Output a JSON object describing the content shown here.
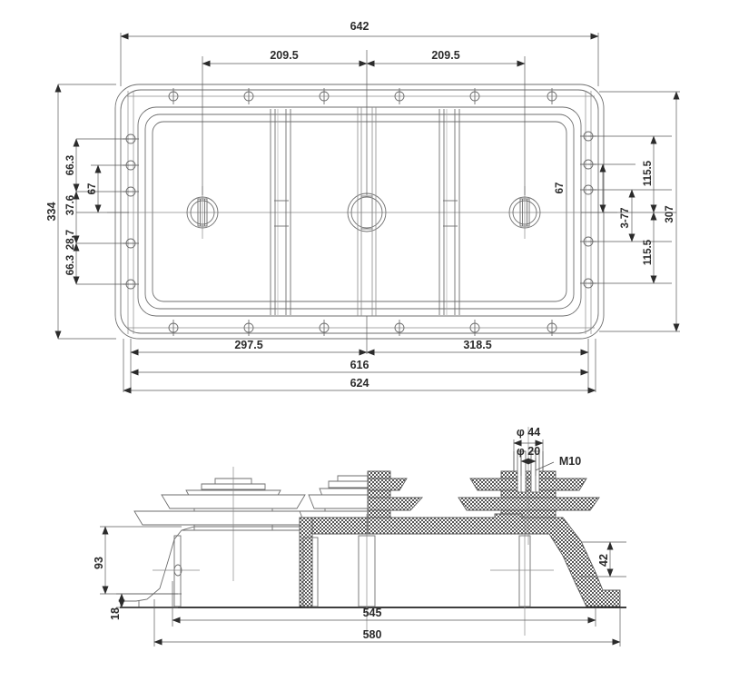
{
  "drawing": {
    "title": "Technical engineering drawing - insulator base plate",
    "line_color": "#6e6e6e",
    "dim_color": "#2b2b2b",
    "hatch_color": "#555555",
    "background": "#ffffff"
  },
  "top_view": {
    "name": "plan-view",
    "dimensions": {
      "overall_width": "642",
      "span_left": "209.5",
      "span_right": "209.5",
      "overall_height": "334",
      "inner_height": "307",
      "left_a": "66.3",
      "left_b": "67",
      "left_c": "37.6",
      "left_d": "28.7",
      "left_e": "66.3",
      "right_a": "67",
      "right_b": "115.5",
      "right_c": "115.5",
      "hole_note": "3-77",
      "bottom_left": "297.5",
      "bottom_right": "318.5",
      "bottom_mid": "616",
      "bottom_total": "624"
    }
  },
  "side_view": {
    "name": "elevation-view",
    "dimensions": {
      "hole_dia_outer": "φ 44",
      "hole_dia_inner": "φ 20",
      "thread": "M10",
      "height_body": "93",
      "height_flange": "18",
      "height_right": "42",
      "length_inner": "545",
      "length_total": "580"
    }
  }
}
